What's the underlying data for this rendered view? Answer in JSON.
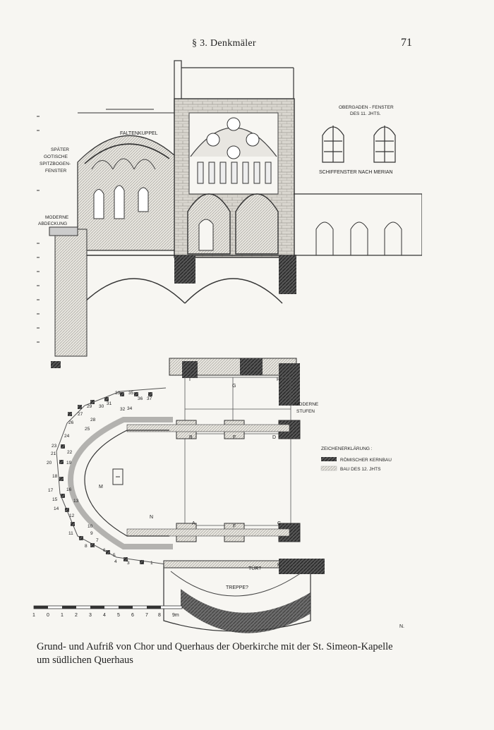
{
  "header": {
    "section": "§ 3. Denkmäler",
    "page_number": "71"
  },
  "elevation": {
    "labels": {
      "faltenkuppel": "FALTENKUPPEL",
      "spaeter_1": "SPÄTER",
      "spaeter_2": "GOTISCHE",
      "spaeter_3": "SPITZBOGEN-",
      "spaeter_4": "FENSTER",
      "moderne_1": "MODERNE",
      "moderne_2": "ABDECKUNG",
      "obergaden_1": "OBERGADEN - FENSTER",
      "obergaden_2": "DES 11. JHTS.",
      "schiffenster": "SCHIFFENSTER NACH MERIAN"
    }
  },
  "plan": {
    "letters": {
      "a": "A",
      "b": "B",
      "c": "C",
      "d": "D",
      "e": "E",
      "f": "F",
      "g": "G",
      "h": "H",
      "i": "I",
      "k": "K",
      "m": "M",
      "n": "N"
    },
    "moderne_stufen_1": "MODERNE",
    "moderne_stufen_2": "STUFEN",
    "tuer": "TÜR?",
    "treppe": "TREPPE?",
    "apse_numbers": [
      "1",
      "2",
      "3",
      "4",
      "5",
      "6",
      "7",
      "8",
      "9",
      "10",
      "11",
      "12",
      "13",
      "14",
      "15",
      "16",
      "17",
      "18",
      "19",
      "20",
      "21",
      "22",
      "23",
      "24",
      "25",
      "26",
      "27",
      "28",
      "29",
      "30",
      "31",
      "32",
      "33",
      "34",
      "35",
      "36",
      "37"
    ],
    "legend": {
      "title": "ZEICHENERKLÄRUNG :",
      "roman": "RÖMISCHER KERNBAU",
      "twelfth": "BAU DES 12. JHTS"
    },
    "north": "N."
  },
  "scale": {
    "ticks": [
      "1",
      "0",
      "1",
      "2",
      "3",
      "4",
      "5",
      "6",
      "7",
      "8",
      "9m"
    ]
  },
  "caption": {
    "line1": "Grund- und Aufriß von Chor und Querhaus der Oberkirche mit der St. Simeon-Kapelle",
    "line2": "um südlichen Querhaus"
  }
}
